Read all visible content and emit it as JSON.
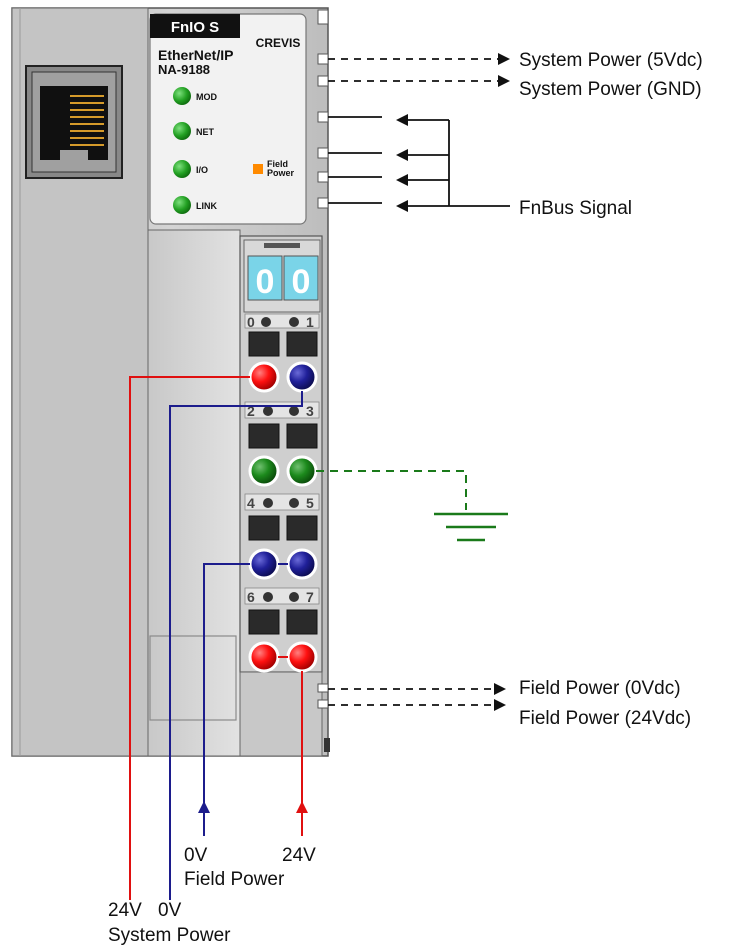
{
  "module": {
    "series": "FnIO S",
    "brand": "CREVIS",
    "protocol": "EtherNet/IP",
    "model": "NA-9188",
    "leds": [
      "MOD",
      "NET",
      "I/O",
      "LINK"
    ],
    "field_power_led": "Field\nPower",
    "rotary_switches": [
      "0",
      "0"
    ],
    "terminal_numbers": [
      "0",
      "1",
      "2",
      "3",
      "4",
      "5",
      "6",
      "7"
    ]
  },
  "signals": {
    "system_power_5v": "System Power (5Vdc)",
    "system_power_gnd": "System Power (GND)",
    "fnbus": "FnBus Signal",
    "field_power_0v": "Field Power (0Vdc)",
    "field_power_24v": "Field Power (24Vdc)"
  },
  "bottom_labels": {
    "field_0v": "0V",
    "field_24v": "24V",
    "field_power": "Field Power",
    "system_24v": "24V",
    "system_0v": "0V",
    "system_power": "System Power"
  },
  "colors": {
    "red": "#e01010",
    "blue": "#1c1c8c",
    "green": "#1a7a1a",
    "led_green": "#22a022",
    "led_orange": "#ff8a00",
    "switch_cyan": "#7ad4e8"
  }
}
